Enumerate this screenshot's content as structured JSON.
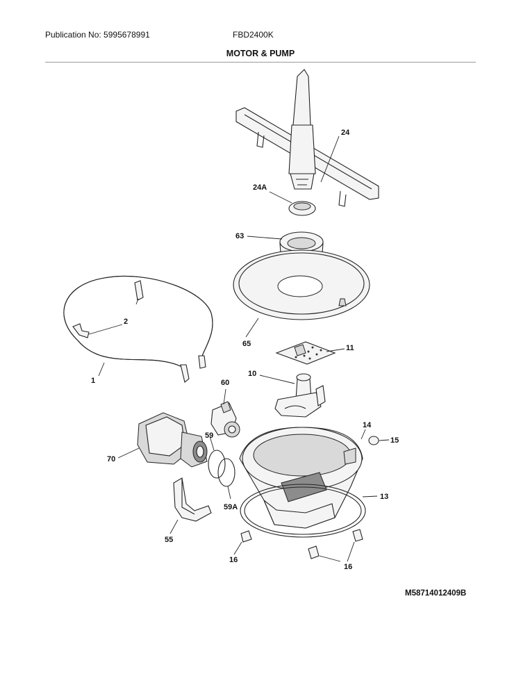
{
  "header": {
    "publication": "Publication No: 5995678991",
    "model": "FBD2400K",
    "section_title": "MOTOR & PUMP"
  },
  "diagram_ref": "M58714012409B",
  "callouts": {
    "c24": "24",
    "c24a": "24A",
    "c63": "63",
    "c2": "2",
    "c65": "65",
    "c1": "1",
    "c11": "11",
    "c10": "10",
    "c60": "60",
    "c14": "14",
    "c15": "15",
    "c59": "59",
    "c70": "70",
    "c13": "13",
    "c59a": "59A",
    "c55": "55",
    "c16a": "16",
    "c16b": "16"
  }
}
